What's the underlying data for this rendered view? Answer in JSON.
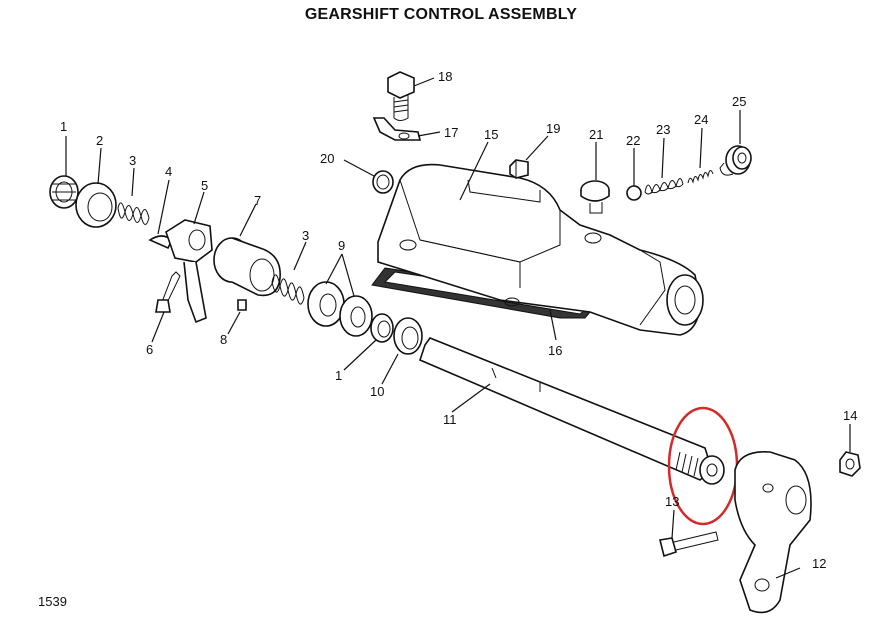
{
  "title": "GEARSHIFT CONTROL ASSEMBLY",
  "figure_number": "1539",
  "highlight_color": "#d42a2a",
  "callouts": {
    "c1a": "1",
    "c2": "2",
    "c3a": "3",
    "c4": "4",
    "c5": "5",
    "c6": "6",
    "c7": "7",
    "c3b": "3",
    "c8": "8",
    "c9": "9",
    "c1b": "1",
    "c10": "10",
    "c11": "11",
    "c12": "12",
    "c13": "13",
    "c14": "14",
    "c15": "15",
    "c16": "16",
    "c17": "17",
    "c18": "18",
    "c19": "19",
    "c20": "20",
    "c21": "21",
    "c22": "22",
    "c23": "23",
    "c24": "24",
    "c25": "25"
  }
}
